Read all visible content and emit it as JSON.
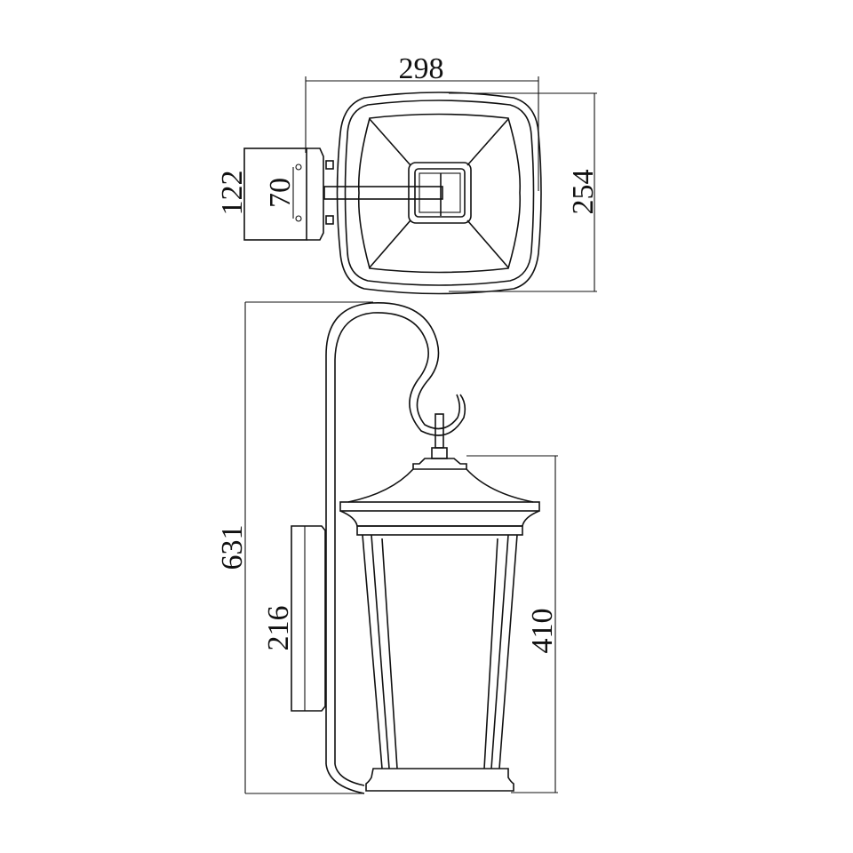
{
  "drawing": {
    "top_view": {
      "dimensions": {
        "width": "298",
        "depth": "254",
        "plate_height": "122",
        "bolt_spacing": "70"
      }
    },
    "side_view": {
      "dimensions": {
        "overall_height": "631",
        "plate_height": "216",
        "lantern_height": "410"
      }
    },
    "line_color": "#111111",
    "background": "#ffffff"
  }
}
